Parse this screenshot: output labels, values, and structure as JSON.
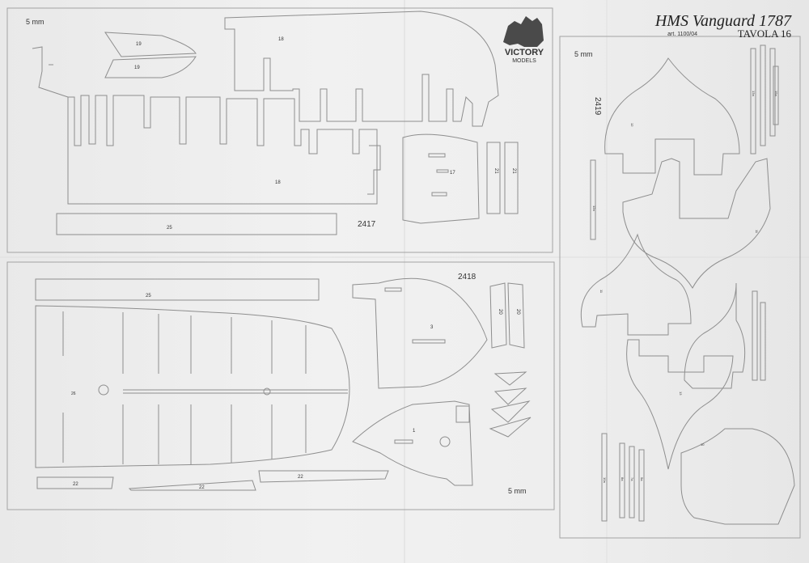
{
  "header": {
    "title": "HMS Vanguard  1787",
    "article": "art. 1100/04",
    "sheet": "TAVOLA 16"
  },
  "brand": {
    "top": "VICTORY",
    "bottom": "MODELS"
  },
  "panels": {
    "p2417": {
      "code": "2417",
      "thickness": "5 mm"
    },
    "p2418": {
      "code": "2418",
      "thickness": "5 mm"
    },
    "p2419": {
      "code": "2419",
      "thickness": "5 mm"
    }
  },
  "part_numbers": {
    "a": "18",
    "b": "18",
    "c": "19",
    "d": "19",
    "e": "17",
    "f": "21",
    "g": "21",
    "h": "25",
    "i": "25",
    "j": "3",
    "k": "20",
    "l": "20",
    "m": "1",
    "n": "22",
    "o": "22",
    "p": "22",
    "q": "26"
  },
  "bulkheads": {
    "b1": "12",
    "b2": "12a",
    "b3": "11",
    "b4": "11",
    "b5": "13",
    "b6": "13a",
    "b7": "15a",
    "b8": "10",
    "b9": "10a",
    "b10": "8a",
    "b11": "7a",
    "b12": "5a"
  },
  "colors": {
    "paper": "#eeeeee",
    "line": "#8e8e8e",
    "ink": "#222222"
  }
}
